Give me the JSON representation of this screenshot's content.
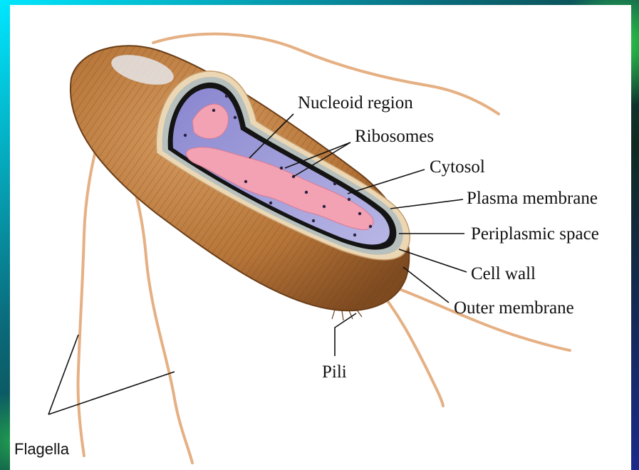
{
  "labels": {
    "nucleoid": "Nucleoid region",
    "ribosomes": "Ribosomes",
    "cytosol": "Cytosol",
    "plasma_membrane": "Plasma membrane",
    "periplasmic_space": "Periplasmic space",
    "cell_wall": "Cell wall",
    "outer_membrane": "Outer membrane",
    "pili": "Pili",
    "flagella": "Flagella"
  },
  "colors": {
    "slide_background_corners": [
      "#00e0ff",
      "#1a8a3a",
      "#0a3a8a",
      "#003355"
    ],
    "panel": "#ffffff",
    "cell_surface": "#b8773f",
    "cell_hair": "#7a4a22",
    "outer_membrane": "#ecd7b4",
    "cell_wall": "#b9c3c0",
    "plasma_membrane": "#151515",
    "cytosol": "#9c98d6",
    "nucleoid": "#f2a0b0",
    "flagellum": "#e9b789"
  }
}
